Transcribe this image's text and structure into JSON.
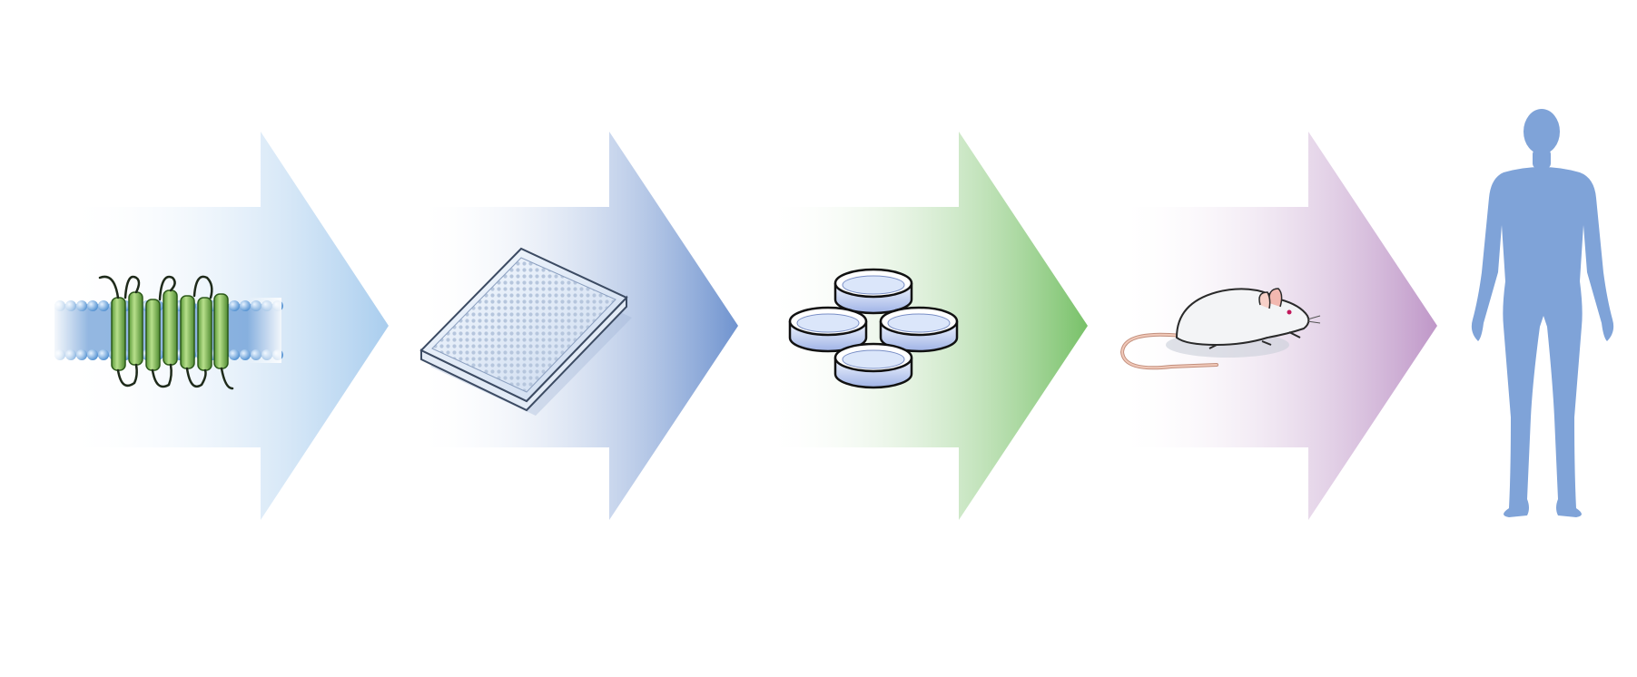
{
  "diagram": {
    "type": "pipeline",
    "stages": [
      {
        "name": "receptor-membrane",
        "icon": "gpcr-membrane-icon",
        "arrow_color": "#a9cdee"
      },
      {
        "name": "well-plate",
        "icon": "microplate-icon",
        "arrow_color": "#6f93cf"
      },
      {
        "name": "cell-culture",
        "icon": "petri-dishes-icon",
        "arrow_color": "#78c168"
      },
      {
        "name": "animal-model",
        "icon": "rat-icon",
        "arrow_color": "#bf97c8"
      },
      {
        "name": "human",
        "icon": "human-silhouette-icon",
        "color": "#7fa3d8"
      }
    ]
  }
}
